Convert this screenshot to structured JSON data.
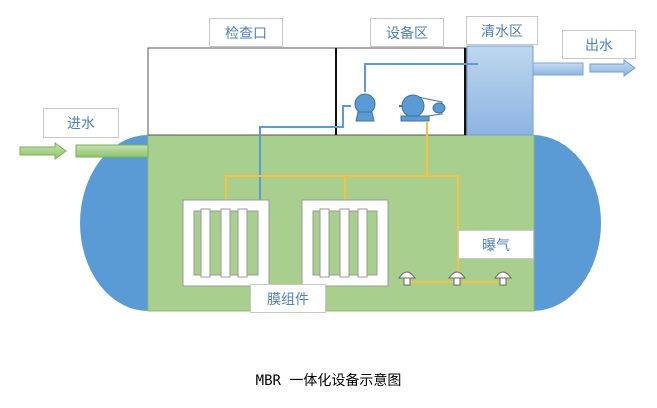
{
  "labels": {
    "inspection_port": "检查口",
    "equipment_zone": "设备区",
    "clear_water_zone": "清水区",
    "water_outlet": "出水",
    "water_inlet": "进水",
    "aeration": "曝气",
    "membrane_module": "膜组件"
  },
  "caption": "MBR 一体化设备示意图",
  "colors": {
    "tank_green": "#a9cf8e",
    "tank_green_border": "#8fb86f",
    "end_cap_blue": "#5b9bd5",
    "clear_water_blue": "#9dc3e6",
    "pipe_blue": "#5b9bd5",
    "air_pipe_yellow": "#f5c242",
    "inlet_arrow": "#9dd07a",
    "outlet_arrow": "#9dc3e6",
    "label_text": "#4f81bd",
    "pump_blue": "#5b9bd5"
  }
}
